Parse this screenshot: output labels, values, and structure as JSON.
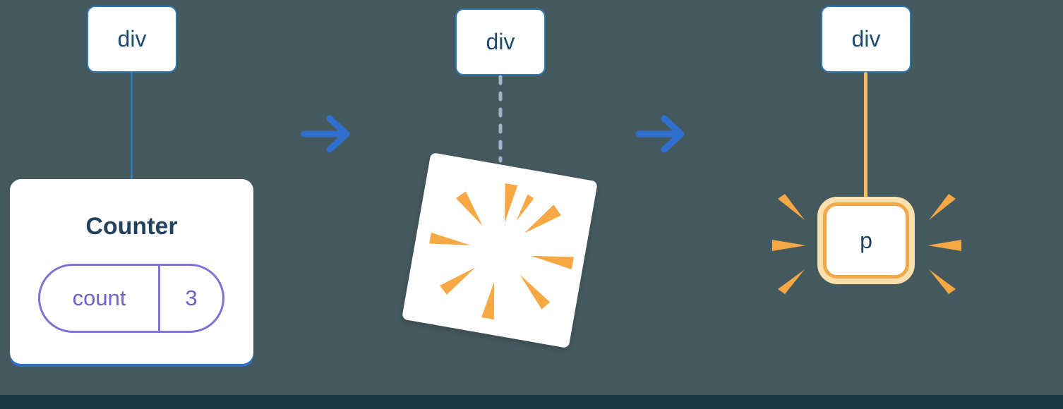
{
  "colors": {
    "background": "#44595E",
    "bottom_strip": "#1C3A45",
    "blue_accent": "#2F6FCE",
    "node_border_blue": "#2E7AB8",
    "navy_text": "#23425F",
    "purple": "#6A63C9",
    "orange": "#F5A843",
    "orange_light": "#FBDFAD",
    "dashed_connector": "#9DB6CE"
  },
  "steps": [
    {
      "parent_label": "div",
      "type": "component-card",
      "card_title": "Counter",
      "state_key": "count",
      "state_value": "3"
    },
    {
      "parent_label": "div",
      "type": "unmount-poof"
    },
    {
      "parent_label": "div",
      "type": "element-node",
      "element_label": "p"
    }
  ],
  "icons": {
    "arrow": "arrow-right-icon",
    "poof": "poof-burst-icon",
    "sparkles": "sparkle-dashes-icon"
  }
}
